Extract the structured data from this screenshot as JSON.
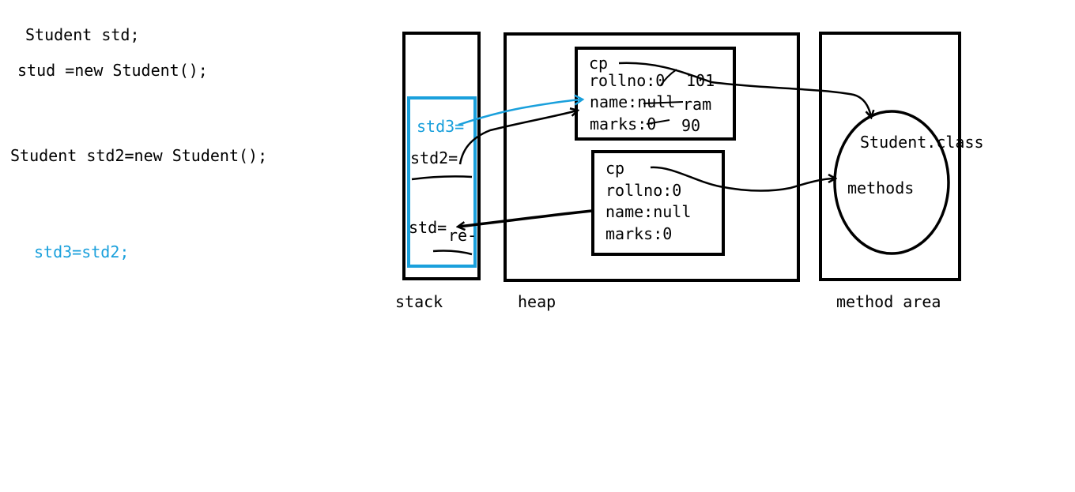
{
  "code": {
    "line1": "Student std;",
    "line2": "stud =new Student();",
    "line3": "Student std2=new Student();",
    "line4": "std3=std2;"
  },
  "colors": {
    "ink": "#000000",
    "highlight": "#1aa0dc"
  },
  "stack": {
    "label": "stack",
    "std3": "std3=",
    "std2": "std2=",
    "std": "std=",
    "scribble": "re-"
  },
  "heap": {
    "label": "heap",
    "object1": {
      "cp": "cp",
      "rollno": "rollno:0",
      "rollno_new": "101",
      "name": "name:null",
      "name_new": "ram",
      "marks": "marks:0",
      "marks_new": "90"
    },
    "object2": {
      "cp": "cp",
      "rollno": "rollno:0",
      "name": "name:null",
      "marks": "marks:0"
    }
  },
  "method_area": {
    "label": "method area",
    "class_name": "Student.class",
    "methods": "methods"
  }
}
